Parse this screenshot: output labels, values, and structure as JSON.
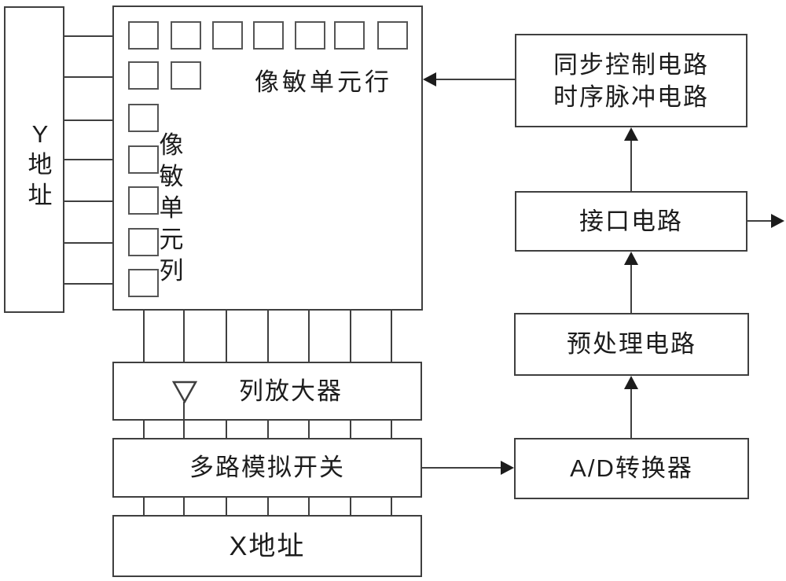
{
  "diagram": {
    "y_address": {
      "chars": [
        "Y",
        "地",
        "址"
      ]
    },
    "pixel_array": {
      "row_label": "像敏单元行",
      "col_label_chars": [
        "像",
        "敏",
        "单",
        "元",
        "列"
      ]
    },
    "column_amplifier": {
      "label": "列放大器"
    },
    "multiplex_switch": {
      "label": "多路模拟开关"
    },
    "x_address": {
      "label": "X地址"
    },
    "sync_timing": {
      "line1": "同步控制电路",
      "line2": "时序脉冲电路"
    },
    "interface_circuit": {
      "label": "接口电路"
    },
    "preprocess_circuit": {
      "label": "预处理电路"
    },
    "ad_converter": {
      "label": "A/D转换器"
    },
    "colors": {
      "line": "#3f3f3f",
      "text": "#1c1c1c",
      "background": "#ffffff",
      "arrow": "#1c1c1c"
    }
  }
}
